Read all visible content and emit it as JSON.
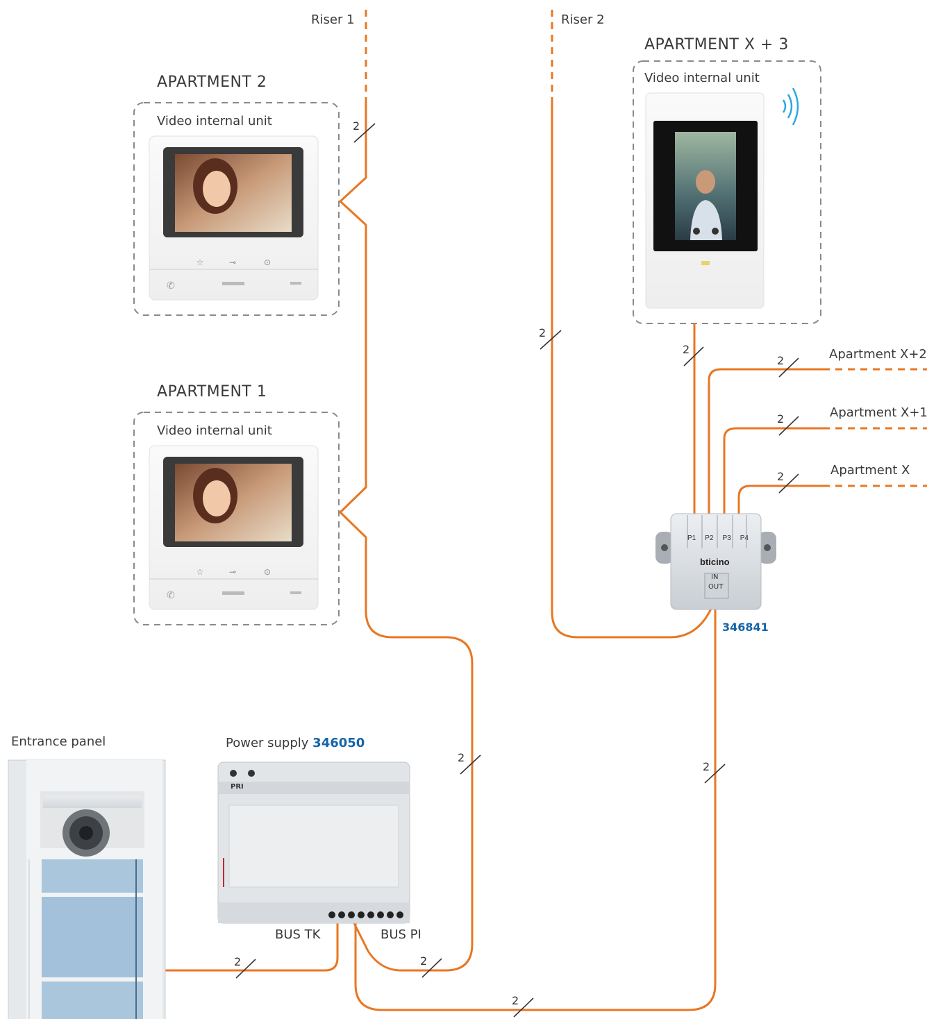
{
  "risers": {
    "riser1": "Riser 1",
    "riser2": "Riser 2"
  },
  "apartments": {
    "apt2": {
      "title": "APARTMENT 2",
      "unit": "Video internal unit"
    },
    "apt1": {
      "title": "APARTMENT 1",
      "unit": "Video internal unit"
    },
    "aptx3": {
      "title": "APARTMENT X + 3",
      "unit": "Video internal unit"
    }
  },
  "branches": [
    "Apartment X+2",
    "Apartment X+1",
    "Apartment X"
  ],
  "distributor": {
    "code": "346841",
    "ports": [
      "P1",
      "P2",
      "P3",
      "P4"
    ],
    "brand": "bticino",
    "in_label": "IN",
    "out_label": "OUT"
  },
  "entrance": {
    "label": "Entrance panel"
  },
  "power": {
    "label": "Power supply",
    "code": "346050",
    "pri": "PRI"
  },
  "bus": {
    "tk": "BUS TK",
    "pi": "BUS PI"
  },
  "wire_count": "2",
  "colors": {
    "wire": "#e87722",
    "dash": "#8a8a8a",
    "accent": "#1565a8",
    "wifi": "#29a8e0"
  }
}
